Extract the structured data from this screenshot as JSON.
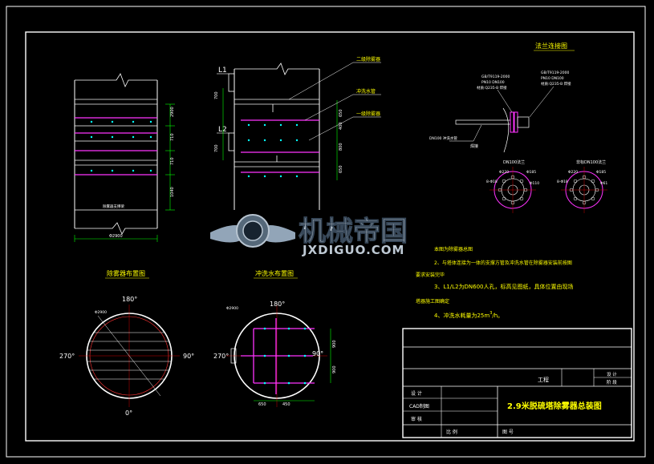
{
  "titles": {
    "flange": "法兰连接图",
    "demister_layout": "除雾器布置图",
    "flush_layout": "冲洗水布置图",
    "elev_demister2": "二级除雾器",
    "elev_flush": "冲洗水管",
    "elev_demister1": "一级除雾器"
  },
  "flange_notes": {
    "left": [
      "GB/T9119-2000",
      "PN10 DN100",
      "材质:Q235-B 焊接"
    ],
    "right": [
      "GB/T9119-2000",
      "PN10 DN100",
      "材质:Q235-B 焊接"
    ],
    "pipe": "DN100 冲洗水管",
    "weld": "焊接",
    "dn100": "DN100法兰",
    "dn100b": "非标DN100法兰",
    "d1": "Φ220",
    "d2": "Φ185",
    "d3": "8-Φ18",
    "d4": "Φ110",
    "d5": "Φ220",
    "d6": "Φ185",
    "d7": "8-Φ18",
    "d8": "Φ61"
  },
  "elev_left": {
    "dims": [
      "2900",
      "710",
      "710",
      "1040"
    ],
    "bottom": "Φ2900",
    "support": "除雾器支撑梁"
  },
  "elev_mid": {
    "l1": "L1",
    "l2": "L2",
    "dims_left": [
      "700",
      "700"
    ],
    "dims_right": [
      "650",
      "400",
      "800",
      "650"
    ]
  },
  "plan_left": {
    "top": "180°",
    "left": "270°",
    "right": "90°",
    "bottom": "0°",
    "dia": "Φ2900"
  },
  "plan_right": {
    "top": "180°",
    "left": "270°",
    "right": "90°",
    "dia": "Φ2900",
    "d1": "650",
    "d2": "450",
    "d3": "900",
    "d4": "900"
  },
  "notes": [
    "本图为除雾器总图",
    "2、与塔体连接为一体的支撑方管及冲洗水管在除雾器安装前按图",
    "要求安装完毕",
    "3、L1/L2为DN600人孔，标高见图纸，具体位置由现场",
    "塔器施工图确定",
    "4、冲洗水耗量为25m",
    "3",
    "/h。"
  ],
  "watermark": {
    "brand": "机械帝国",
    "url": "JXDIGUO.COM"
  },
  "title_block": {
    "project": "工程",
    "design": "设 计",
    "stage": "阶 段",
    "designer": "设  计",
    "cad": "CAD制图",
    "check": "审  核",
    "drawing_name": "2.9米脱硫塔除雾器总装图",
    "scale": "比  例",
    "drawing_no": "图  号"
  }
}
